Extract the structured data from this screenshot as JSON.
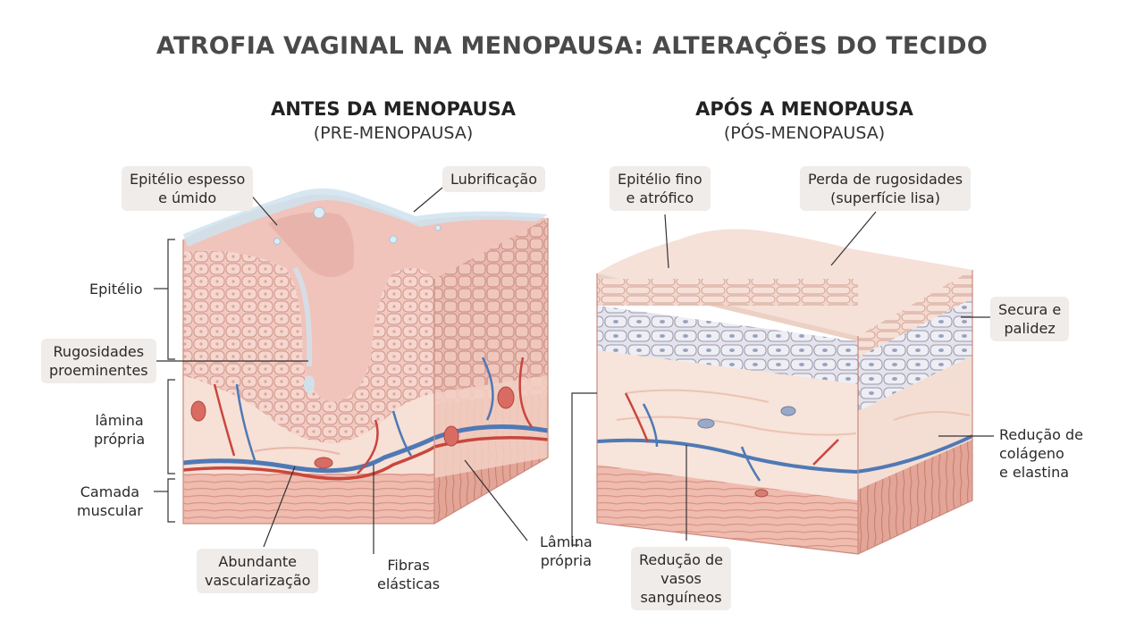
{
  "title": "ATROFIA VAGINAL NA MENOPAUSA: ALTERAÇÕES DO TECIDO",
  "left_panel": {
    "heading": "ANTES DA MENOPAUSA",
    "subheading": "(PRE-MENOPAUSA)",
    "labels": {
      "epitelio_espesso": [
        "Epitélio espesso",
        "e úmido"
      ],
      "lubrificacao": "Lubrificação",
      "epitelio": "Epitélio",
      "rugosidades": [
        "Rugosidades",
        "proeminentes"
      ],
      "lamina_propria_side": [
        "lâmina",
        "própria"
      ],
      "camada_muscular": [
        "Camada",
        "muscular"
      ],
      "abundante_vasc": [
        "Abundante",
        "vascularização"
      ],
      "fibras_elasticas": [
        "Fibras",
        "elásticas"
      ],
      "lamina_propria_bottom": [
        "Lâmina",
        "própria"
      ]
    }
  },
  "right_panel": {
    "heading": "APÓS A MENOPAUSA",
    "subheading": "(PÓS-MENOPAUSA)",
    "labels": {
      "epitelio_fino": [
        "Epitélio fino",
        "e atrófico"
      ],
      "perda_rugosidades": [
        "Perda de rugosidades",
        "(superfície lisa)"
      ],
      "secura": [
        "Secura e",
        "palidez"
      ],
      "reducao_colageno": [
        "Redução de",
        "colágeno",
        "e elastina"
      ],
      "reducao_vasos": [
        "Redução de",
        "vasos",
        "sanguíneos"
      ]
    }
  },
  "colors": {
    "epithelium_pink": "#f0c2b8",
    "cell_outline": "#c98b80",
    "lamina": "#f6ddd2",
    "muscle": "#eab3a6",
    "vein_blue": "#4f79b5",
    "artery_red": "#c9463d",
    "mucus": "#cfe3ef",
    "atrophic_cells": "#dcdde6"
  }
}
